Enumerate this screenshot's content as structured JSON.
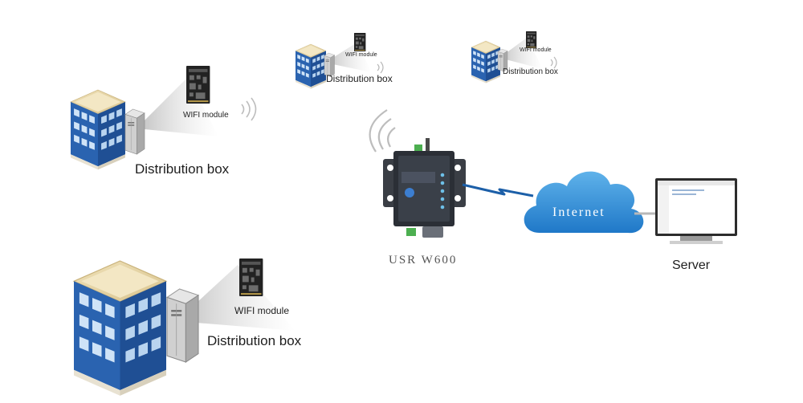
{
  "site_large": {
    "box_label": "Distribution box",
    "module_label": "WIFI module"
  },
  "site_mid": {
    "box_label": "Distribution box",
    "module_label": "WIFI module"
  },
  "site_top_a": {
    "box_label": "Distribution box",
    "module_label": "WIFI module"
  },
  "site_top_b": {
    "box_label": "Distribution box",
    "module_label": "WIFI module"
  },
  "gateway": {
    "label": "USR W600"
  },
  "cloud": {
    "label": "Internet"
  },
  "server": {
    "label": "Server"
  },
  "colors": {
    "building_blue": "#2a63b0",
    "cloud_blue": "#2f8fd6",
    "link_blue": "#1c5fa8",
    "device_dark": "#2b2f36"
  }
}
